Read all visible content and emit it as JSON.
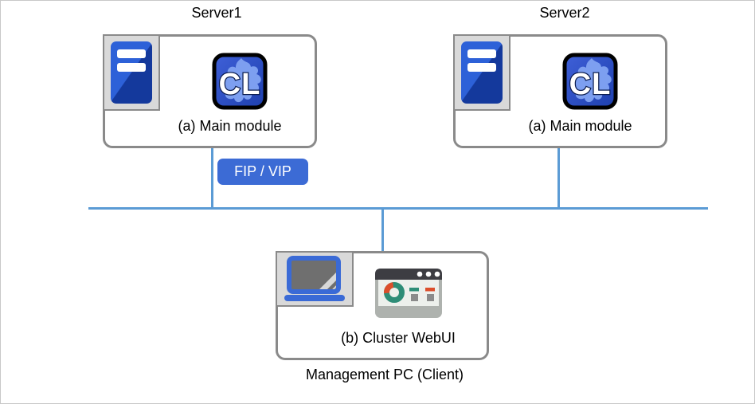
{
  "page": {
    "background": "#ffffff",
    "border_color": "#c8c8c8"
  },
  "servers": [
    {
      "title": "Server1",
      "module_label": "(a) Main module"
    },
    {
      "title": "Server2",
      "module_label": "(a) Main module"
    }
  ],
  "network": {
    "fip_vip_badge": "FIP / VIP",
    "line_color": "#5b9bd5"
  },
  "management_pc": {
    "module_label": "(b) Cluster WebUI",
    "caption": "Management PC (Client)"
  },
  "icons": {
    "server_tower": "server-tower-icon",
    "cluster_logo": "cluster-cl-icon",
    "cluster_logo_text": "CL",
    "laptop": "laptop-icon",
    "webui_browser": "webui-browser-icon"
  },
  "colors": {
    "box_border": "#8a8a8a",
    "badge_blue": "#3c6bd5",
    "network_blue": "#5b9bd5",
    "tower_blue_light": "#2d61d8",
    "tower_blue_dark": "#14399c",
    "laptop_blue": "#3a6ad6",
    "donut_teal": "#2e8d77",
    "donut_red": "#dc4e2b"
  }
}
